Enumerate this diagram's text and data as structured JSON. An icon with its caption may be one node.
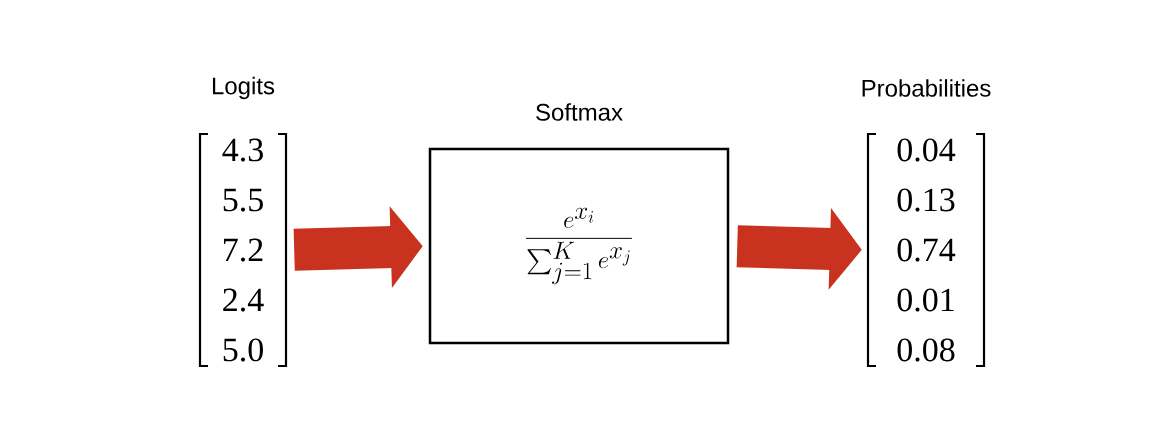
{
  "diagram": {
    "nodes": [
      {
        "text": [
          "Logits",
          "4.3",
          "5.5",
          "7.2",
          "2.4",
          "5.0"
        ]
      },
      {
        "text": [
          "Softmax",
          "\\frac{e^{x_i}}{\\sum\\nolimits_{j=1}^{K} e^{x_j}}"
        ]
      },
      {
        "text": [
          "Probabilities",
          "0.04",
          "0.13",
          "0.74",
          "0.01",
          "0.08"
        ]
      }
    ],
    "edges": [
      {
        "from": 0,
        "to": 1,
        "arrow": "to",
        "color": "#c8321e"
      },
      {
        "from": 1,
        "to": 2,
        "arrow": "to",
        "color": "#c8321e"
      }
    ]
  }
}
